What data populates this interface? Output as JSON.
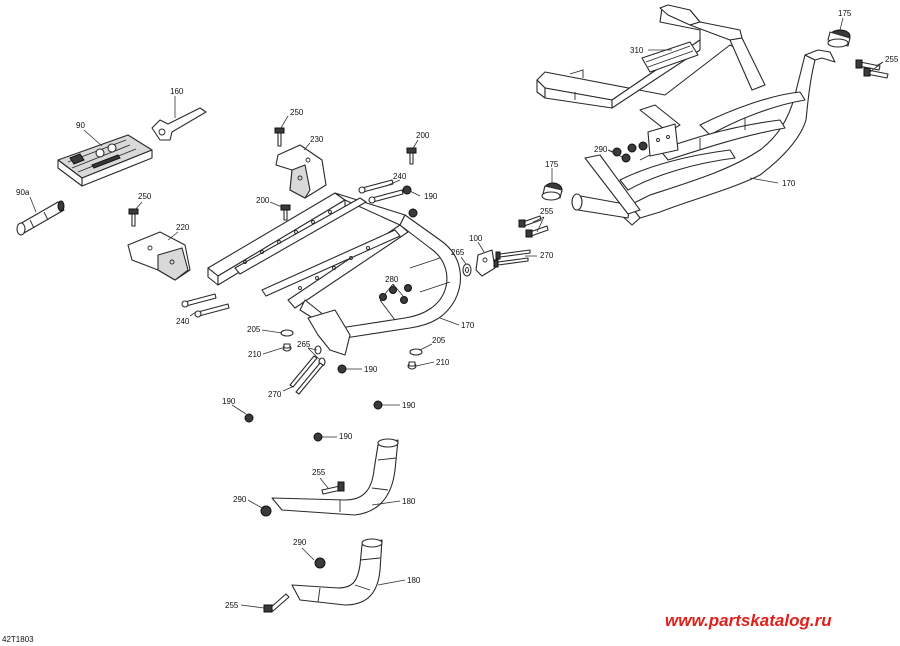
{
  "diagram": {
    "id_label": "42T1803",
    "watermark": "www.partskatalog.ru",
    "callouts": {
      "c175_top": "175",
      "c310": "310",
      "c255_topright": "255",
      "c160": "160",
      "c90": "90",
      "c90a": "90a",
      "c250_mid": "250",
      "c230": "230",
      "c200_top": "200",
      "c240_top": "240",
      "c190_top": "190",
      "c200_mid": "200",
      "c250_left": "250",
      "c220": "220",
      "c290_right": "290",
      "c175_mid": "175",
      "c170_right": "170",
      "c255_mid": "255",
      "c100": "100",
      "c265_mid": "265",
      "c270_mid": "270",
      "c280": "280",
      "c240_left": "240",
      "c170_center": "170",
      "c205_left": "205",
      "c210_left": "210",
      "c265_left": "265",
      "c205_right": "205",
      "c210_right": "210",
      "c190_a": "190",
      "c270_left": "270",
      "c190_b": "190",
      "c190_c": "190",
      "c190_d": "190",
      "c255_low": "255",
      "c290_low": "290",
      "c180_a": "180",
      "c290_bottom": "290",
      "c180_b": "180",
      "c255_bottom": "255"
    }
  }
}
